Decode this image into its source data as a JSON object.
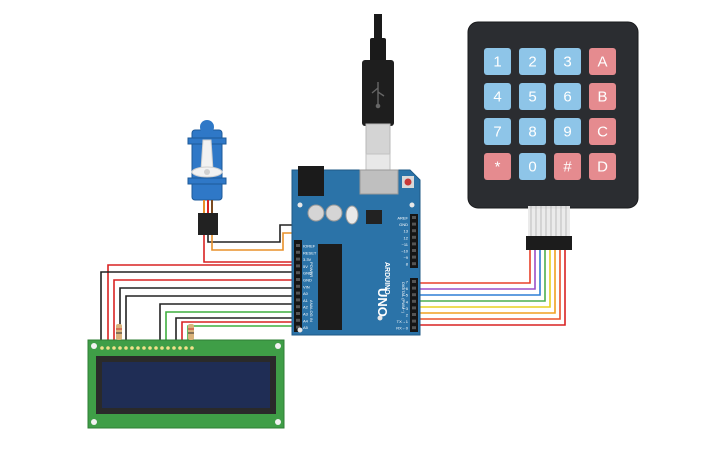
{
  "keypad": {
    "rows": [
      [
        "1",
        "2",
        "3",
        "A"
      ],
      [
        "4",
        "5",
        "6",
        "B"
      ],
      [
        "7",
        "8",
        "9",
        "C"
      ],
      [
        "*",
        "0",
        "#",
        "D"
      ]
    ],
    "colors": {
      "number": "#8ec5e8",
      "letter": "#e58b8f",
      "body": "#2b2d31"
    }
  },
  "arduino": {
    "brand": "ARDUINO",
    "model": "UNO",
    "left_header_labels": [
      "IOREF",
      "RESET",
      "3.3V",
      "5V",
      "GND",
      "GND",
      "VIN",
      "A0",
      "A1",
      "A2",
      "A3",
      "A4",
      "A5"
    ],
    "right_header_labels": [
      "AREF",
      "GND",
      "13",
      "12",
      "~11",
      "~10",
      "~9",
      "8",
      "7",
      "~6",
      "~5",
      "4",
      "~3",
      "2",
      "TX→1",
      "RX←0"
    ],
    "power_label": "POWER",
    "analog_label": "ANALOG IN",
    "digital_label": "DIGITAL (PWM~)",
    "color": "#2b73a8"
  },
  "lcd": {
    "color": "#3f9e47",
    "screen_color": "#1f2d55"
  },
  "wire_colors": [
    "#e8502a",
    "#f0a020",
    "#e8d020",
    "#4caf50",
    "#2f7fd6",
    "#9b4fc8",
    "#e8402a",
    "#222222"
  ]
}
